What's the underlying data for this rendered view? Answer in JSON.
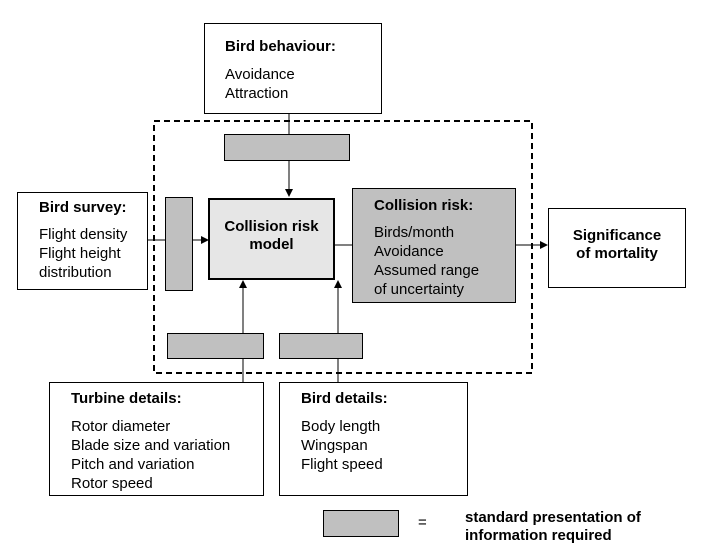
{
  "colors": {
    "gray_box": "#c0c0c0",
    "model_fill": "#e6e6e6",
    "line": "#000000"
  },
  "bird_behaviour": {
    "title": "Bird behaviour:",
    "items": [
      "Avoidance",
      "Attraction"
    ]
  },
  "bird_survey": {
    "title": "Bird survey:",
    "items": [
      "Flight density",
      "Flight height",
      "distribution"
    ]
  },
  "collision_model": {
    "line1": "Collision risk",
    "line2": "model"
  },
  "collision_risk": {
    "title": "Collision risk:",
    "items": [
      "Birds/month",
      "Avoidance",
      "Assumed range",
      "of uncertainty"
    ]
  },
  "significance": {
    "line1": "Significance",
    "line2": "of mortality"
  },
  "turbine_details": {
    "title": "Turbine details:",
    "items": [
      "Rotor diameter",
      "Blade size and variation",
      "Pitch and variation",
      "Rotor speed"
    ]
  },
  "bird_details": {
    "title": "Bird details:",
    "items": [
      "Body length",
      "Wingspan",
      "Flight speed"
    ]
  },
  "legend": {
    "equals": "=",
    "line1": "standard presentation of",
    "line2": "information required"
  }
}
